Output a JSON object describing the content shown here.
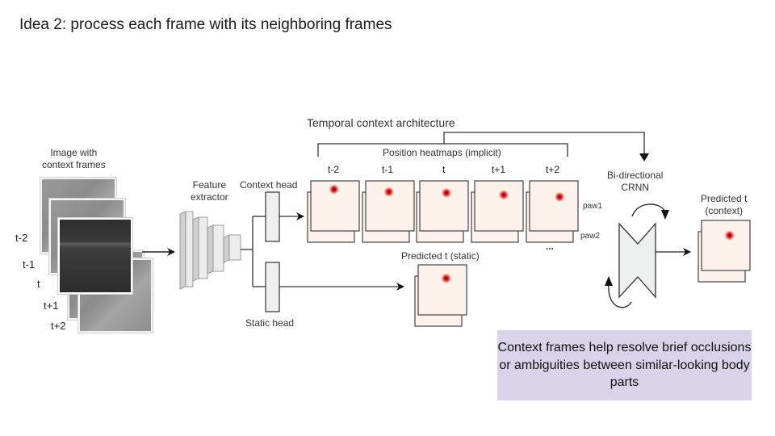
{
  "slide": {
    "title": "Idea 2: process each frame with its neighboring frames"
  },
  "diagram": {
    "input_label_line1": "Image with",
    "input_label_line2": "context frames",
    "frame_labels": [
      "t-2",
      "t-1",
      "t",
      "t+1",
      "t+2"
    ],
    "feature_extractor_line1": "Feature",
    "feature_extractor_line2": "extractor",
    "context_head": "Context head",
    "static_head": "Static head",
    "architecture_title": "Temporal context architecture",
    "heatmaps_label": "Position heatmaps (implicit)",
    "heatmap_times": [
      "t-2",
      "t-1",
      "t",
      "t+1",
      "t+2"
    ],
    "paw_labels": [
      "paw1",
      "paw2"
    ],
    "ellipsis": "...",
    "predicted_static": "Predicted t (static)",
    "crnn_line1": "Bi-directional",
    "crnn_line2": "CRNN",
    "predicted_context_line1": "Predicted t",
    "predicted_context_line2": "(context)",
    "colors": {
      "heatmap_bg": "#fdf1ec",
      "heatmap_hot": "#c8102e",
      "box_fill": "#eef0ef",
      "line": "#333333"
    }
  },
  "note": {
    "text": "Context frames help resolve brief occlusions or ambiguities between similar-looking body parts"
  }
}
